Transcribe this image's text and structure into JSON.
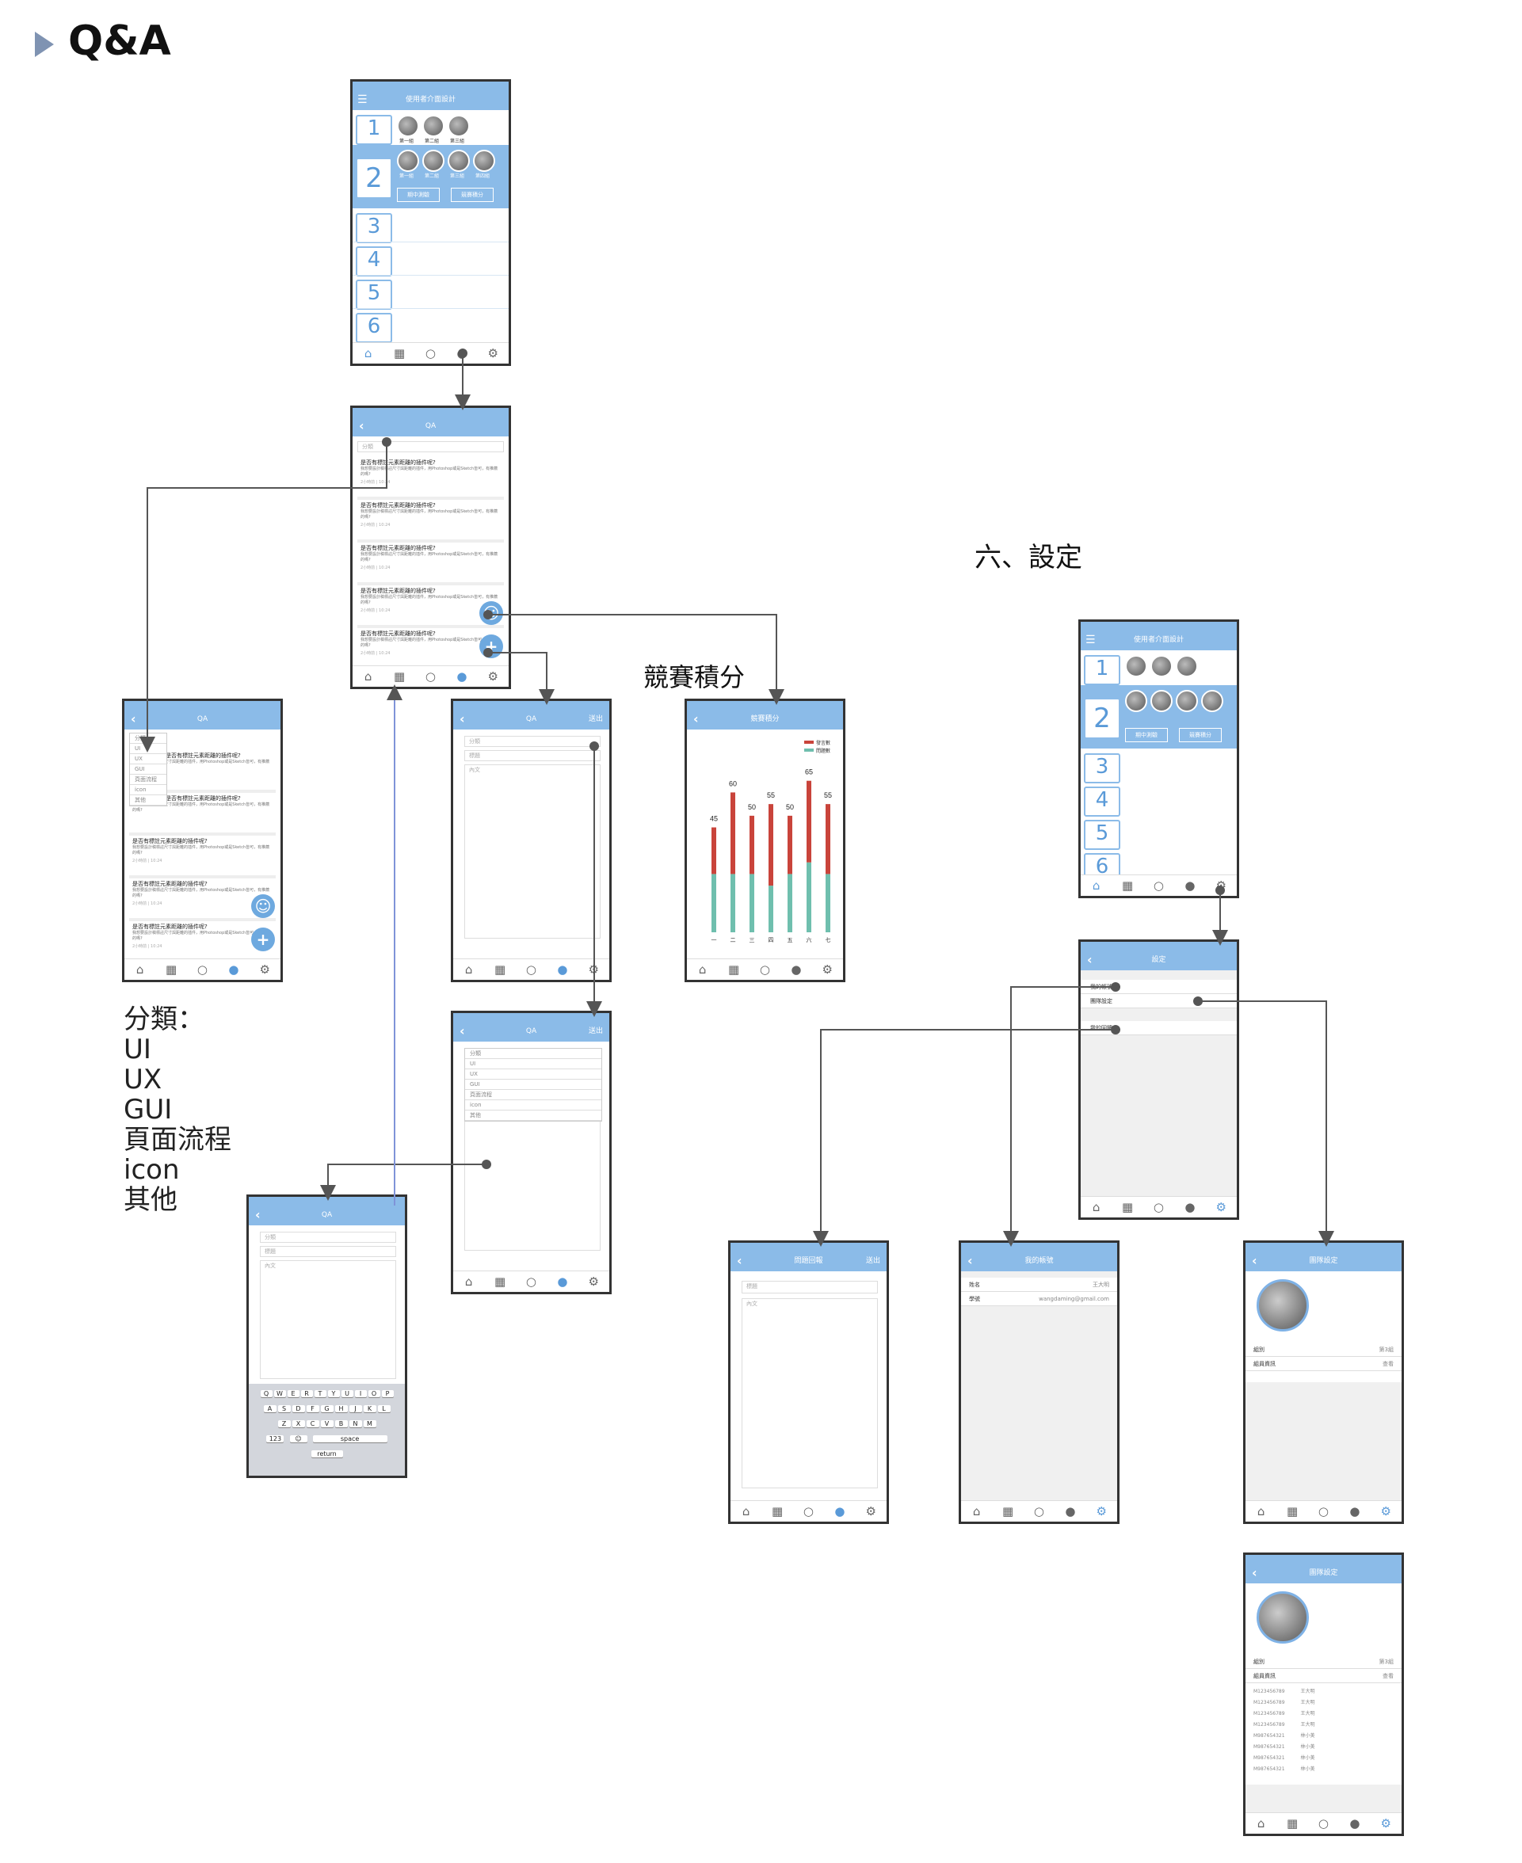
{
  "page": {
    "title": "Q&A",
    "section_settings": "六、設定",
    "section_score": "競賽積分",
    "category_intro": "分類：",
    "categories": [
      "UI",
      "UX",
      "GUI",
      "頁面流程",
      "icon",
      "其他"
    ]
  },
  "home_screen": {
    "title": "使用者介面設計",
    "rows": [
      "1",
      "2",
      "3",
      "4",
      "5",
      "6"
    ],
    "row1_groups": [
      "第一組",
      "第二組",
      "第三組"
    ],
    "row2_groups": [
      "第一組",
      "第二組",
      "第三組",
      "第四組"
    ],
    "row2_buttons": [
      "期中測驗",
      "競賽積分"
    ]
  },
  "qa_list": {
    "title": "QA",
    "filter_placeholder": "分類",
    "items": [
      {
        "q": "是否有標註元素距離的插件呢?",
        "d": "我想要設計稿標註尺寸與距離的插件，用Photoshop或是Sketch皆可，有推薦的嗎?",
        "m": "2小時前 | 10:24"
      },
      {
        "q": "是否有標註元素距離的插件呢?",
        "d": "我想要設計稿標註尺寸與距離的插件，用Photoshop或是Sketch皆可，有推薦的嗎?",
        "m": "2小時前 | 10:24"
      },
      {
        "q": "是否有標註元素距離的插件呢?",
        "d": "我想要設計稿標註尺寸與距離的插件，用Photoshop或是Sketch皆可，有推薦的嗎?",
        "m": "2小時前 | 10:24"
      },
      {
        "q": "是否有標註元素距離的插件呢?",
        "d": "我想要設計稿標註尺寸與距離的插件，用Photoshop或是Sketch皆可，有推薦的嗎?",
        "m": "2小時前 | 10:24"
      },
      {
        "q": "是否有標註元素距離的插件呢?",
        "d": "我想要設計稿標註尺寸與距離的插件，用Photoshop或是Sketch皆可，有推薦的嗎?",
        "m": "2小時前 | 10:24"
      }
    ]
  },
  "qa_new": {
    "title": "QA",
    "send": "送出",
    "category_placeholder": "分類",
    "subject_placeholder": "標題",
    "content_placeholder": "內文"
  },
  "keyboard": {
    "row1": [
      "Q",
      "W",
      "E",
      "R",
      "T",
      "Y",
      "U",
      "I",
      "O",
      "P"
    ],
    "row2": [
      "A",
      "S",
      "D",
      "F",
      "G",
      "H",
      "J",
      "K",
      "L"
    ],
    "row3": [
      "Z",
      "X",
      "C",
      "V",
      "B",
      "N",
      "M"
    ],
    "space": "space",
    "return": "return",
    "num": "123"
  },
  "score_screen": {
    "title": "競賽積分",
    "legend": [
      "發言數",
      "問題數"
    ]
  },
  "chart_data": {
    "type": "bar",
    "stacked": true,
    "categories": [
      "一",
      "二",
      "三",
      "四",
      "五",
      "六",
      "七"
    ],
    "totals": [
      45,
      60,
      50,
      55,
      50,
      65,
      55
    ],
    "series": [
      {
        "name": "發言數",
        "color": "#c9443b",
        "values": [
          20,
          35,
          25,
          35,
          25,
          35,
          30
        ]
      },
      {
        "name": "問題數",
        "color": "#6fbfae",
        "values": [
          25,
          25,
          25,
          20,
          25,
          30,
          25
        ]
      }
    ],
    "ylim": [
      0,
      70
    ]
  },
  "settings_screen": {
    "title": "設定",
    "rows": [
      "我的帳號",
      "團隊設定",
      "我的回饋"
    ]
  },
  "feedback_screen": {
    "title": "問題回報",
    "send": "送出",
    "subject_placeholder": "標題",
    "content_placeholder": "內文"
  },
  "account_screen": {
    "title": "我的帳號",
    "name_label": "姓名",
    "name_value": "王大明",
    "email_label": "學號",
    "email_value": "wangdaming@gmail.com"
  },
  "team_screen": {
    "title": "團隊設定",
    "group_label": "組別",
    "group_value": "第3組",
    "members_label": "組員資訊",
    "members_toggle": "查看",
    "members": [
      {
        "id": "M123456789",
        "name": "王大明"
      },
      {
        "id": "M123456789",
        "name": "王大明"
      },
      {
        "id": "M123456789",
        "name": "王大明"
      },
      {
        "id": "M123456789",
        "name": "王大明"
      },
      {
        "id": "M987654321",
        "name": "林小美"
      },
      {
        "id": "M987654321",
        "name": "林小美"
      },
      {
        "id": "M987654321",
        "name": "林小美"
      },
      {
        "id": "M987654321",
        "name": "林小美"
      }
    ]
  },
  "colors": {
    "accent": "#8bbbe8",
    "arrow": "#555555",
    "bar_red": "#c9443b",
    "bar_teal": "#6fbfae"
  }
}
